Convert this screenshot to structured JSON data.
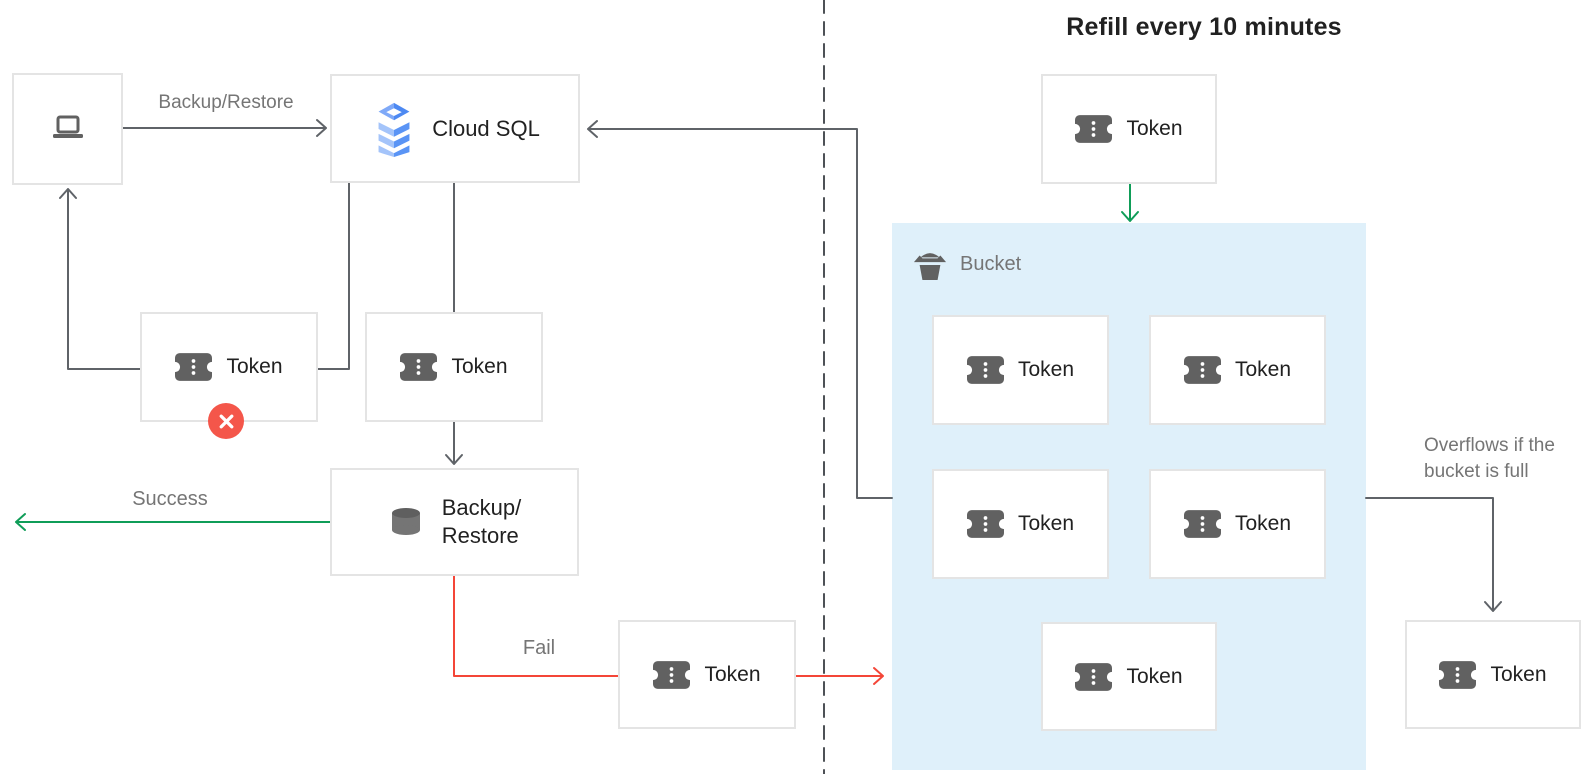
{
  "title": "Refill every 10 minutes",
  "token_label": "Token",
  "nodes": {
    "cloud_sql": "Cloud SQL",
    "backup_restore_line1": "Backup/",
    "backup_restore_line2": "Restore",
    "bucket": "Bucket"
  },
  "edge_labels": {
    "backup_restore": "Backup/Restore",
    "success": "Success",
    "fail": "Fail",
    "overflow": "Overflows if the bucket is full"
  },
  "colors": {
    "border": "#e4e4e4",
    "text_dark": "#212121",
    "label_gray": "#757575",
    "line_gray": "#5f6368",
    "dash_gray": "#4d5156",
    "green": "#0f9d58",
    "red_line": "#f44638",
    "red_badge": "#f4564a",
    "bucket_fill": "#dff0fa",
    "icon_gray": "#616161",
    "db_gray": "#757575",
    "sql_blue_dark": "#4d89f2",
    "sql_blue_mid": "#5a94f5",
    "sql_blue_light": "#a4c4fa",
    "sql_blue_ring": "#7fa9f8"
  }
}
